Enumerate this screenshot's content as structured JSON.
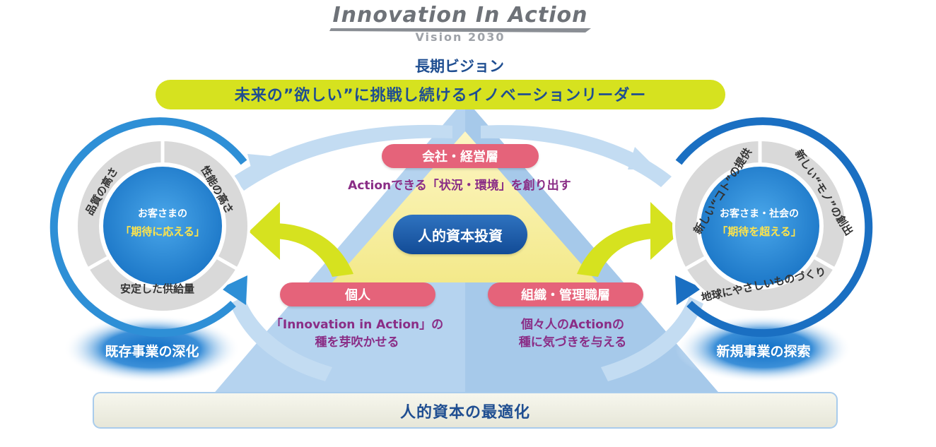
{
  "logo": {
    "title": "Innovation In Action",
    "subtitle": "Vision 2030"
  },
  "vision": {
    "label": "長期ビジョン",
    "statement": "未来の”欲しい”に挑戦し続けるイノベーションリーダー"
  },
  "pyramid": {
    "top": {
      "label": "会社・経営層",
      "description": "Actionできる「状況・環境」を創り出す"
    },
    "center": {
      "label": "人的資本投資"
    },
    "left": {
      "label": "個人",
      "description_line1": "「Innovation in Action」の",
      "description_line2": "種を芽吹かせる"
    },
    "right": {
      "label": "組織・管理職層",
      "description_line1": "個々人のActionの",
      "description_line2": "種に気づきを与える"
    }
  },
  "left_circle": {
    "center_line1": "お客さまの",
    "center_line2": "「期待に応える」",
    "segments": [
      "品質の高さ",
      "性能の高さ",
      "安定した供給量"
    ],
    "caption": "既存事業の深化"
  },
  "right_circle": {
    "center_line1": "お客さま・社会の",
    "center_line2": "「期待を超える」",
    "segments": [
      "新しい“コト”の提供",
      "新しい“モノ”の創出",
      "地球にやさしいものづくり"
    ],
    "caption": "新規事業の探索"
  },
  "foundation": {
    "label": "人的資本の最適化"
  },
  "colors": {
    "navy": "#1f4e91",
    "pink": "#e5637a",
    "purple": "#8a2d86",
    "lime": "#d6e21f",
    "ring_blue": "#2e8fd6",
    "light_blue": "#a9ccec"
  }
}
